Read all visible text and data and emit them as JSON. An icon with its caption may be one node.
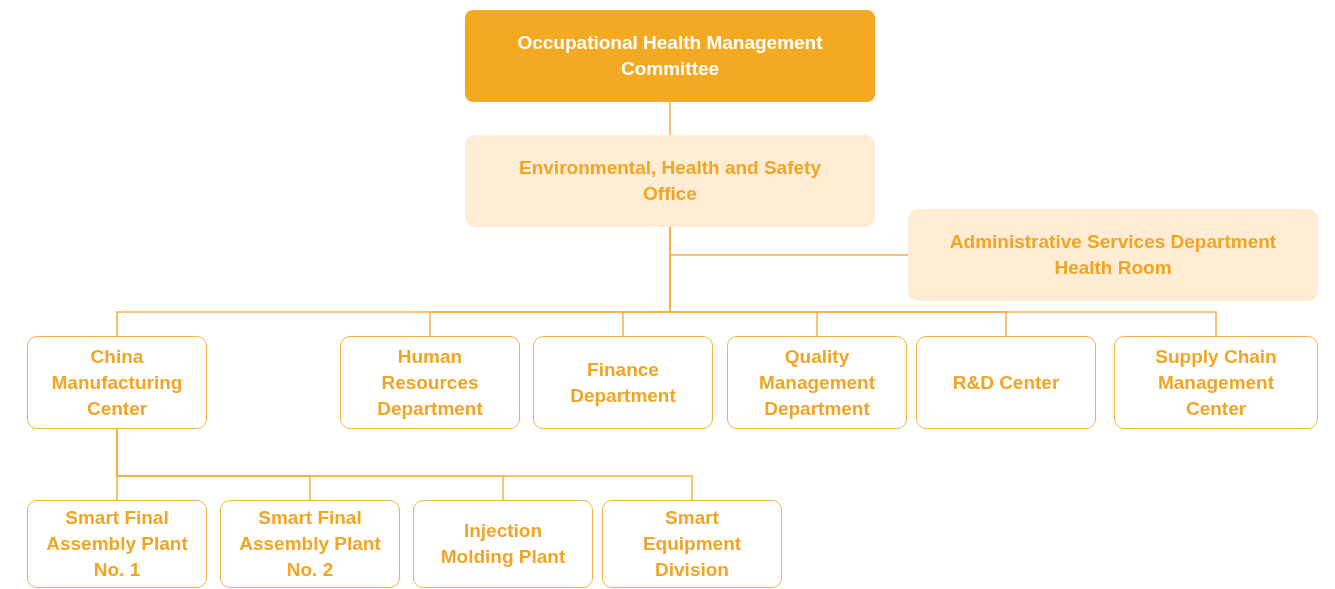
{
  "diagram": {
    "nodes": [
      {
        "text": [
          "Occupational Health Management Committee"
        ]
      },
      {
        "text": [
          "Environmental, Health and Safety Office"
        ]
      },
      {
        "text": [
          "Administrative Services Department Health Room"
        ]
      },
      {
        "text": [
          "China Manufacturing Center"
        ]
      },
      {
        "text": [
          "Human Resources Department"
        ]
      },
      {
        "text": [
          "Finance Department"
        ]
      },
      {
        "text": [
          "Quality Management Department"
        ]
      },
      {
        "text": [
          "R&D Center"
        ]
      },
      {
        "text": [
          "Supply Chain Management Center"
        ]
      },
      {
        "text": [
          "Smart Final Assembly Plant No. 1"
        ]
      },
      {
        "text": [
          "Smart Final Assembly Plant No. 2"
        ]
      },
      {
        "text": [
          "Injection Molding Plant"
        ]
      },
      {
        "text": [
          "Smart Equipment Division"
        ]
      }
    ],
    "edges": [
      {
        "from": 0,
        "to": 1,
        "arrow": "none"
      },
      {
        "from": 1,
        "to": 2,
        "arrow": "none"
      },
      {
        "from": 1,
        "to": 3,
        "arrow": "none"
      },
      {
        "from": 1,
        "to": 4,
        "arrow": "none"
      },
      {
        "from": 1,
        "to": 5,
        "arrow": "none"
      },
      {
        "from": 1,
        "to": 6,
        "arrow": "none"
      },
      {
        "from": 1,
        "to": 7,
        "arrow": "none"
      },
      {
        "from": 1,
        "to": 8,
        "arrow": "none"
      },
      {
        "from": 3,
        "to": 9,
        "arrow": "none"
      },
      {
        "from": 3,
        "to": 10,
        "arrow": "none"
      },
      {
        "from": 3,
        "to": 11,
        "arrow": "none"
      },
      {
        "from": 3,
        "to": 12,
        "arrow": "none"
      }
    ]
  }
}
